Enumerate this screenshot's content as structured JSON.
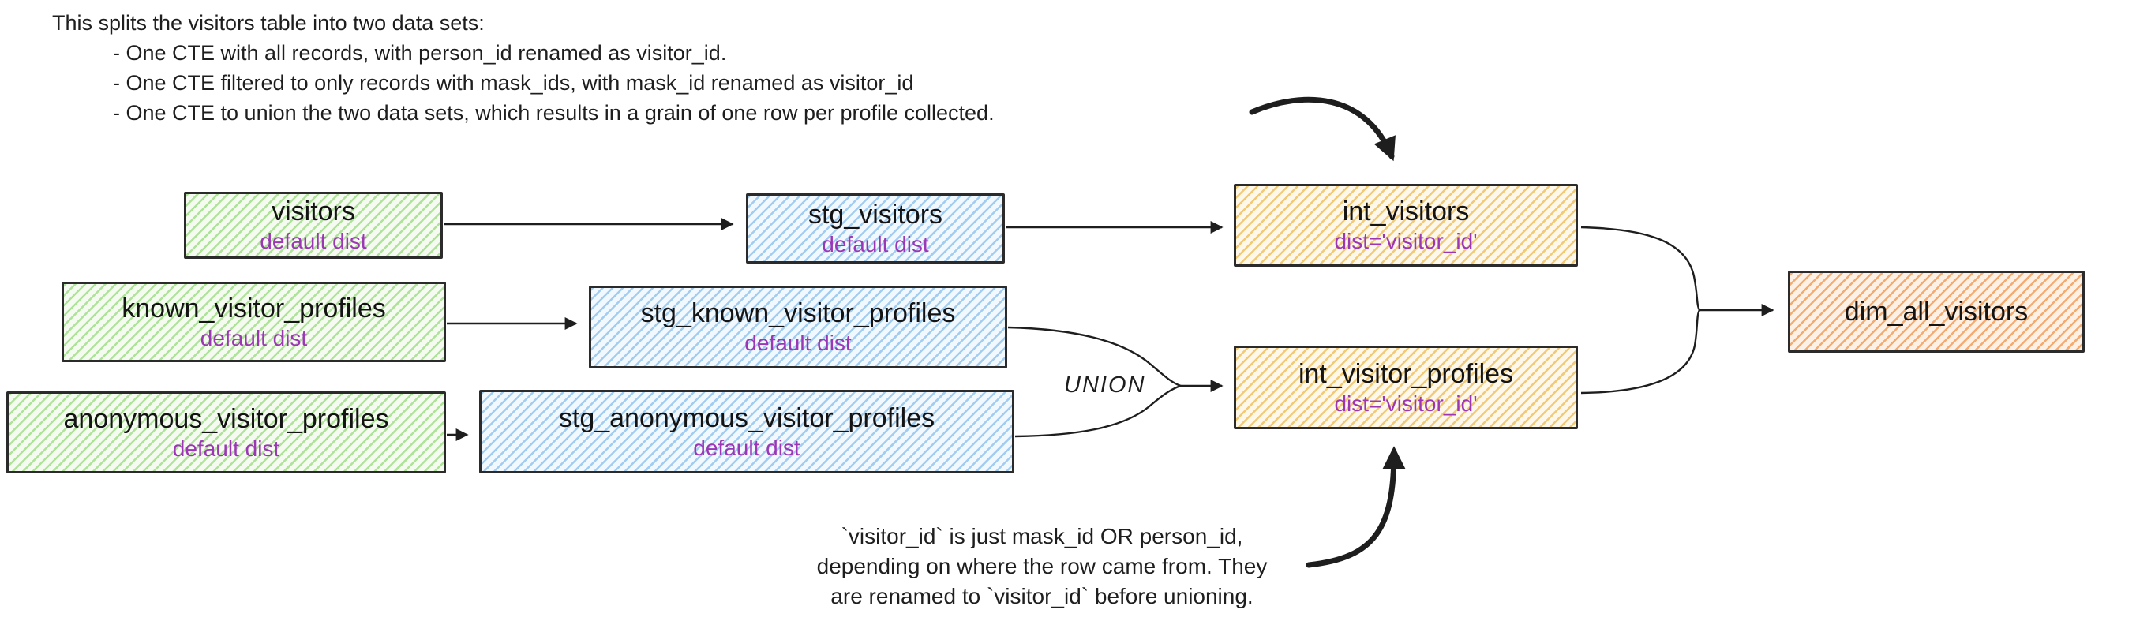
{
  "intro_note": {
    "lines": [
      "This splits the visitors table into two data sets:",
      "- One CTE with all records, with person_id renamed as visitor_id.",
      "- One CTE filtered to only records with mask_ids, with mask_id renamed as visitor_id",
      "- One CTE to union the two data sets, which results in a grain of one row per profile collected."
    ]
  },
  "footnote": {
    "lines": [
      "`visitor_id` is just mask_id OR person_id,",
      "depending on where the row came from. They",
      "are renamed to `visitor_id` before unioning."
    ]
  },
  "union_label": "UNION",
  "nodes": {
    "visitors": {
      "title": "visitors",
      "subtitle": "default dist",
      "color": "green"
    },
    "stg_visitors": {
      "title": "stg_visitors",
      "subtitle": "default dist",
      "color": "blue"
    },
    "int_visitors": {
      "title": "int_visitors",
      "subtitle": "dist='visitor_id'",
      "color": "yellow"
    },
    "known_visitor_profiles": {
      "title": "known_visitor_profiles",
      "subtitle": "default dist",
      "color": "green"
    },
    "stg_known_visitor_profiles": {
      "title": "stg_known_visitor_profiles",
      "subtitle": "default dist",
      "color": "blue"
    },
    "anonymous_visitor_profiles": {
      "title": "anonymous_visitor_profiles",
      "subtitle": "default dist",
      "color": "green"
    },
    "stg_anonymous_visitor_profiles": {
      "title": "stg_anonymous_visitor_profiles",
      "subtitle": "default dist",
      "color": "blue"
    },
    "int_visitor_profiles": {
      "title": "int_visitor_profiles",
      "subtitle": "dist='visitor_id'",
      "color": "yellow"
    },
    "dim_all_visitors": {
      "title": "dim_all_visitors",
      "color": "orange"
    }
  },
  "edges": [
    {
      "from": "visitors",
      "to": "stg_visitors"
    },
    {
      "from": "stg_visitors",
      "to": "int_visitors"
    },
    {
      "from": "known_visitor_profiles",
      "to": "stg_known_visitor_profiles"
    },
    {
      "from": "anonymous_visitor_profiles",
      "to": "stg_anonymous_visitor_profiles"
    },
    {
      "from": "stg_known_visitor_profiles",
      "to": "int_visitor_profiles",
      "label": "UNION"
    },
    {
      "from": "stg_anonymous_visitor_profiles",
      "to": "int_visitor_profiles",
      "label": "UNION"
    },
    {
      "from": "int_visitors",
      "to": "dim_all_visitors"
    },
    {
      "from": "int_visitor_profiles",
      "to": "dim_all_visitors"
    },
    {
      "from": "intro_note",
      "to": "int_visitors",
      "type": "annotation"
    },
    {
      "from": "footnote",
      "to": "int_visitor_profiles",
      "type": "annotation"
    }
  ],
  "colors": {
    "ink": "#1e1e1e",
    "purple_subtitle": "#9c36b5",
    "green_fill": "#aee39a",
    "blue_fill": "#a3cdf0",
    "yellow_fill": "#f2c977",
    "orange_fill": "#f3ab72"
  }
}
